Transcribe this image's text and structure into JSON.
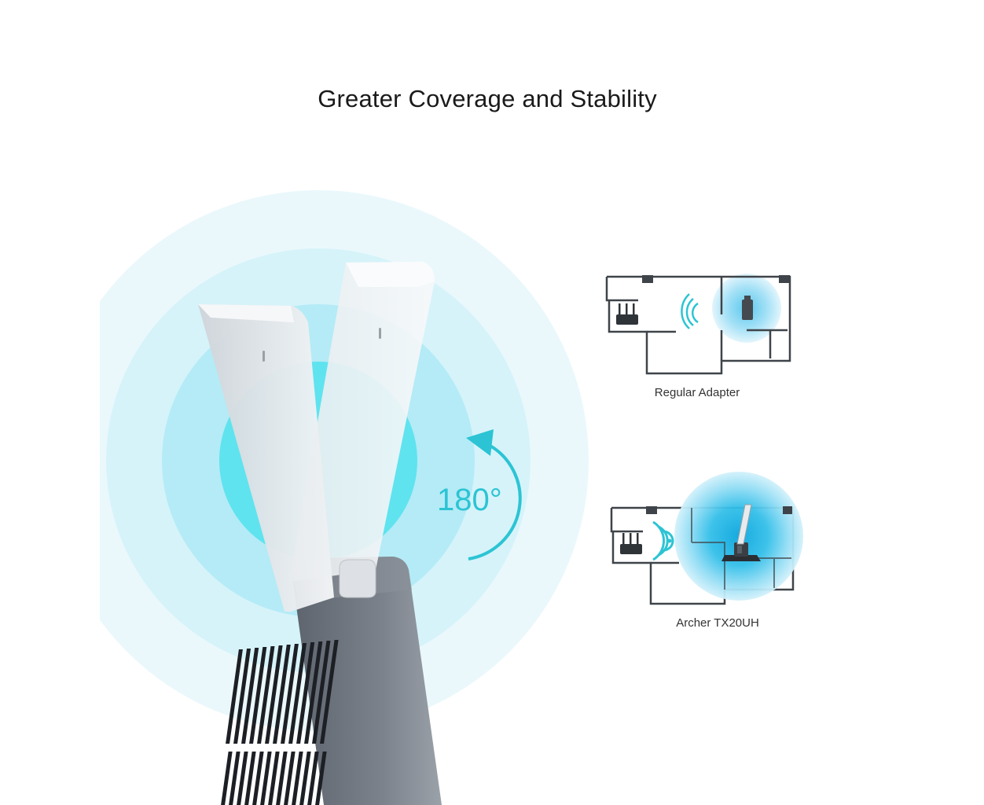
{
  "banner": {
    "title": "Greater Coverage and Stability",
    "rotation_label": "180°"
  },
  "comparison": {
    "regular": {
      "caption": "Regular Adapter"
    },
    "archer": {
      "caption": "Archer TX20UH"
    }
  },
  "colors": {
    "accent": "#2cc4d4",
    "signal_ring_outer": "#eaf8fc",
    "signal_ring_inner": "#5fe3ef",
    "device_body": "#6f7680",
    "antenna": "#eef1f4"
  },
  "icons": [
    "rotation-arrow-icon",
    "router-icon",
    "wifi-signal-icon",
    "usb-adapter-icon"
  ]
}
